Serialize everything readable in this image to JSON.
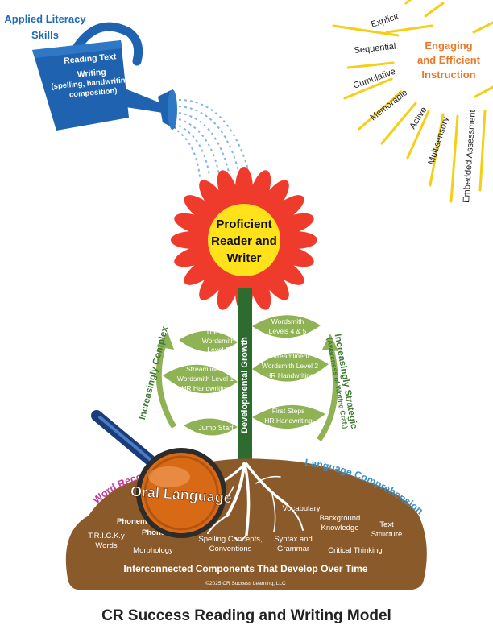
{
  "watering_can": {
    "heading_line1": "Applied Literacy",
    "heading_line2": "Skills",
    "line1": "Reading Text",
    "line2": "Writing",
    "line3": "(spelling, handwriting,",
    "line4": "composition)"
  },
  "sun": {
    "title_line1": "Engaging",
    "title_line2": "and Efficient",
    "title_line3": "Instruction",
    "rays": [
      "Explicit",
      "Sequential",
      "Cumulative",
      "Memorable",
      "Active",
      "Multisensory",
      "Embedded Assessment"
    ]
  },
  "flower": {
    "center_line1": "Proficient",
    "center_line2": "Reader and",
    "center_line3": "Writer"
  },
  "stem_label": "Developmental Growth",
  "left_leaves": [
    {
      "l1": "The Six!",
      "l2": "Wordsmith",
      "l3": "Level 3"
    },
    {
      "l1": "Streamlined/",
      "l2": "Wordsmith Level 1",
      "l3": "HR Handwriting"
    },
    {
      "l1": "Jump Start",
      "l2": "",
      "l3": ""
    }
  ],
  "right_leaves": [
    {
      "l1": "Wordsmith",
      "l2": "Levels 4 & 5",
      "l3": ""
    },
    {
      "l1": "Streamlined/",
      "l2": "Wordsmith Level 2",
      "l3": "HR Handwriting"
    },
    {
      "l1": "First Steps",
      "l2": "HR Handwriting",
      "l3": ""
    }
  ],
  "left_arrow_label": "Increasingly Complex",
  "right_arrow_label_line1": "Increasingly Strategic",
  "right_arrow_label_line2": "(Awareness of Writing Craft)",
  "magnifier_label": "Oral Language",
  "word_recognition_label": "Word Reco",
  "language_comprehension_label": "Language Comprehension",
  "soil": {
    "left_items": [
      "Phonemic",
      "Phono",
      "T.R.I.C.K.y",
      "Words",
      "Morphology"
    ],
    "middle_items": [
      "Vocabulary",
      "Spelling Concepts,",
      "Conventions",
      "Syntax and",
      "Grammar"
    ],
    "right_items": [
      "Background",
      "Knowledge",
      "Text",
      "Structure",
      "Critical Thinking"
    ],
    "footer": "Interconnected Components That Develop Over Time",
    "copyright": "©2025 CR Success Learning, LLC"
  },
  "page_title": "CR Success Reading and Writing Model",
  "colors": {
    "can_blue": "#1f63b0",
    "heading_blue": "#1e6bb8",
    "sun_orange": "#e8792b",
    "ray_yellow": "#f5cf16",
    "petal_red": "#ef3b2c",
    "center_yellow": "#ffe21a",
    "leaf_green": "#8fb255",
    "stem_green": "#2e6b2f",
    "soil_brown": "#8b5a2b",
    "magenta": "#c4399b",
    "lang_blue": "#3a8fc8",
    "oral_orange": "#d86a16"
  }
}
